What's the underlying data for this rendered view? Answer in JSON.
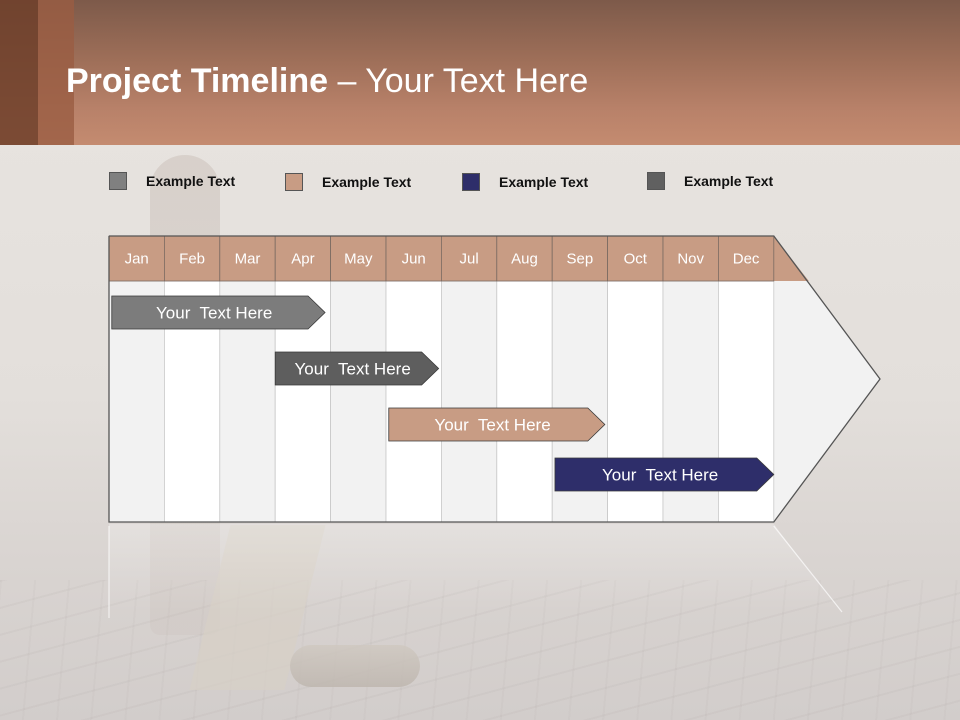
{
  "slide": {
    "title_bold": "Project Timeline",
    "title_rest": " – Your Text Here"
  },
  "legend": [
    {
      "label": "Example Text",
      "color": "#808080"
    },
    {
      "label": "Example Text",
      "color": "#c89c84"
    },
    {
      "label": "Example Text",
      "color": "#2e2e6a"
    },
    {
      "label": "Example Text",
      "color": "#606060"
    }
  ],
  "timeline": {
    "months": [
      "Jan",
      "Feb",
      "Mar",
      "Apr",
      "May",
      "Jun",
      "Jul",
      "Aug",
      "Sep",
      "Oct",
      "Nov",
      "Dec"
    ],
    "header_color": "#c89c84",
    "bars": [
      {
        "label": "Your  Text Here",
        "start_month": 0.05,
        "end_month": 3.9,
        "color": "#7c7c7c"
      },
      {
        "label": "Your  Text Here",
        "start_month": 3.0,
        "end_month": 5.95,
        "color": "#5e5e5e"
      },
      {
        "label": "Your  Text Here",
        "start_month": 5.05,
        "end_month": 8.95,
        "color": "#c89c84"
      },
      {
        "label": "Your  Text Here",
        "start_month": 8.05,
        "end_month": 12.0,
        "color": "#2e2e6a"
      }
    ]
  }
}
